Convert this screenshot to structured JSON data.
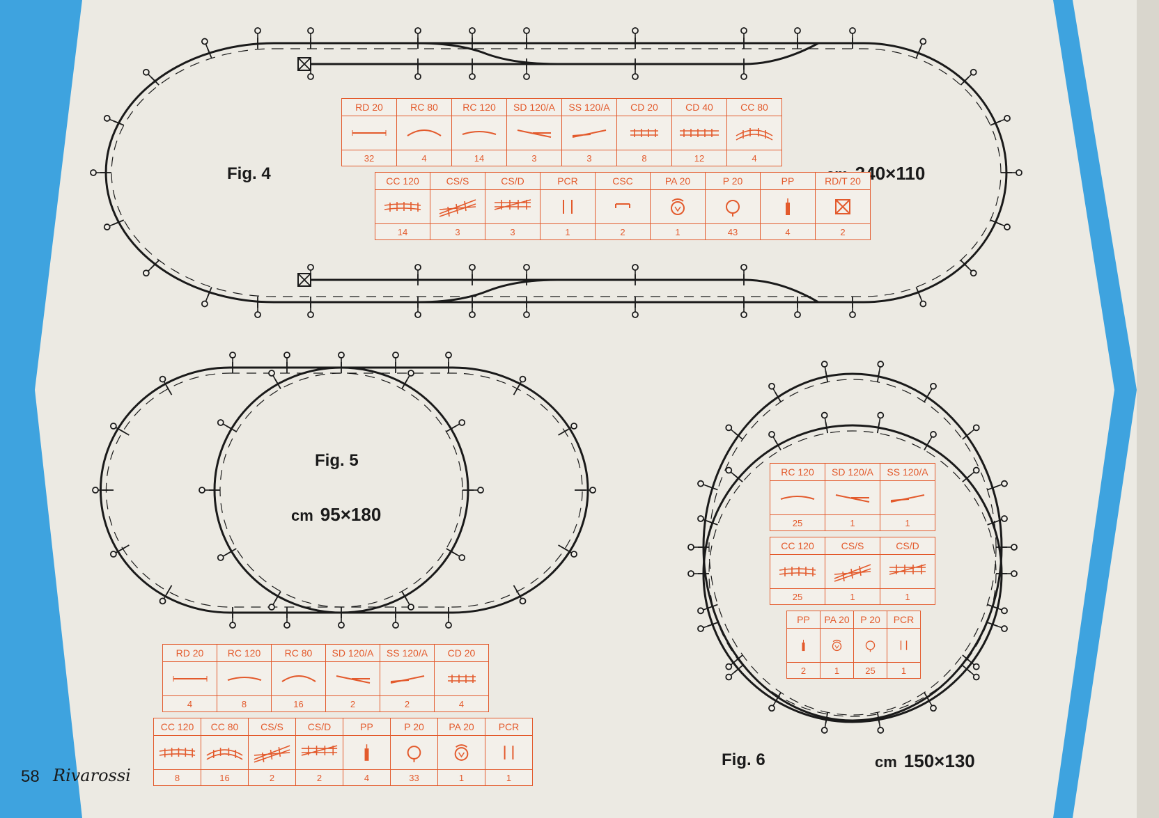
{
  "page": {
    "number": "58",
    "brand": "Rivarossi"
  },
  "fig4": {
    "label": "Fig. 4",
    "dims": {
      "unit": "cm",
      "value": "340×110"
    },
    "table_rows": [
      [
        {
          "code": "RD 20",
          "symbol": "straight",
          "qty": "32"
        },
        {
          "code": "RC 80",
          "symbol": "arc-up",
          "qty": "4"
        },
        {
          "code": "RC 120",
          "symbol": "arc-flat",
          "qty": "14"
        },
        {
          "code": "SD 120/A",
          "symbol": "switch-right",
          "qty": "3"
        },
        {
          "code": "SS 120/A",
          "symbol": "switch-left",
          "qty": "3"
        },
        {
          "code": "CD 20",
          "symbol": "double-short",
          "qty": "8"
        },
        {
          "code": "CD 40",
          "symbol": "double-long",
          "qty": "12"
        },
        {
          "code": "CC 80",
          "symbol": "double-curve",
          "qty": "4"
        }
      ],
      [
        {
          "code": "CC 120",
          "symbol": "double-curve-flat",
          "qty": "14"
        },
        {
          "code": "CS/S",
          "symbol": "double-switch-l",
          "qty": "3"
        },
        {
          "code": "CS/D",
          "symbol": "double-switch-r",
          "qty": "3"
        },
        {
          "code": "PCR",
          "symbol": "pcr",
          "qty": "1"
        },
        {
          "code": "CSC",
          "symbol": "csc",
          "qty": "2"
        },
        {
          "code": "PA 20",
          "symbol": "pa",
          "qty": "1"
        },
        {
          "code": "P 20",
          "symbol": "p",
          "qty": "43"
        },
        {
          "code": "PP",
          "symbol": "pp",
          "qty": "4"
        },
        {
          "code": "RD/T 20",
          "symbol": "bumper",
          "qty": "2"
        }
      ]
    ]
  },
  "fig5": {
    "label": "Fig. 5",
    "dims": {
      "unit": "cm",
      "value": "95×180"
    },
    "table_rows": [
      [
        {
          "code": "RD 20",
          "symbol": "straight",
          "qty": "4"
        },
        {
          "code": "RC 120",
          "symbol": "arc-flat",
          "qty": "8"
        },
        {
          "code": "RC 80",
          "symbol": "arc-up",
          "qty": "16"
        },
        {
          "code": "SD 120/A",
          "symbol": "switch-right",
          "qty": "2"
        },
        {
          "code": "SS 120/A",
          "symbol": "switch-left",
          "qty": "2"
        },
        {
          "code": "CD 20",
          "symbol": "double-short",
          "qty": "4"
        }
      ],
      [
        {
          "code": "CC 120",
          "symbol": "double-curve-flat",
          "qty": "8"
        },
        {
          "code": "CC 80",
          "symbol": "double-curve",
          "qty": "16"
        },
        {
          "code": "CS/S",
          "symbol": "double-switch-l",
          "qty": "2"
        },
        {
          "code": "CS/D",
          "symbol": "double-switch-r",
          "qty": "2"
        },
        {
          "code": "PP",
          "symbol": "pp",
          "qty": "4"
        },
        {
          "code": "P 20",
          "symbol": "p",
          "qty": "33"
        },
        {
          "code": "PA 20",
          "symbol": "pa",
          "qty": "1"
        },
        {
          "code": "PCR",
          "symbol": "pcr",
          "qty": "1"
        }
      ]
    ]
  },
  "fig6": {
    "label": "Fig. 6",
    "dims": {
      "unit": "cm",
      "value": "150×130"
    },
    "table_rows": [
      [
        {
          "code": "RC 120",
          "symbol": "arc-flat",
          "qty": "25"
        },
        {
          "code": "SD 120/A",
          "symbol": "switch-right",
          "qty": "1"
        },
        {
          "code": "SS 120/A",
          "symbol": "switch-left",
          "qty": "1"
        }
      ],
      [
        {
          "code": "CC 120",
          "symbol": "double-curve-flat",
          "qty": "25"
        },
        {
          "code": "CS/S",
          "symbol": "double-switch-l",
          "qty": "1"
        },
        {
          "code": "CS/D",
          "symbol": "double-switch-r",
          "qty": "1"
        }
      ],
      [
        {
          "code": "PP",
          "symbol": "pp",
          "qty": "2"
        },
        {
          "code": "PA 20",
          "symbol": "pa",
          "qty": "1"
        },
        {
          "code": "P 20",
          "symbol": "p",
          "qty": "25"
        },
        {
          "code": "PCR",
          "symbol": "pcr",
          "qty": "1"
        }
      ]
    ]
  },
  "colors": {
    "band": "#3ea3df",
    "legend": "#e35a2c",
    "track": "#1a1a1a",
    "paper": "#eceae3"
  }
}
